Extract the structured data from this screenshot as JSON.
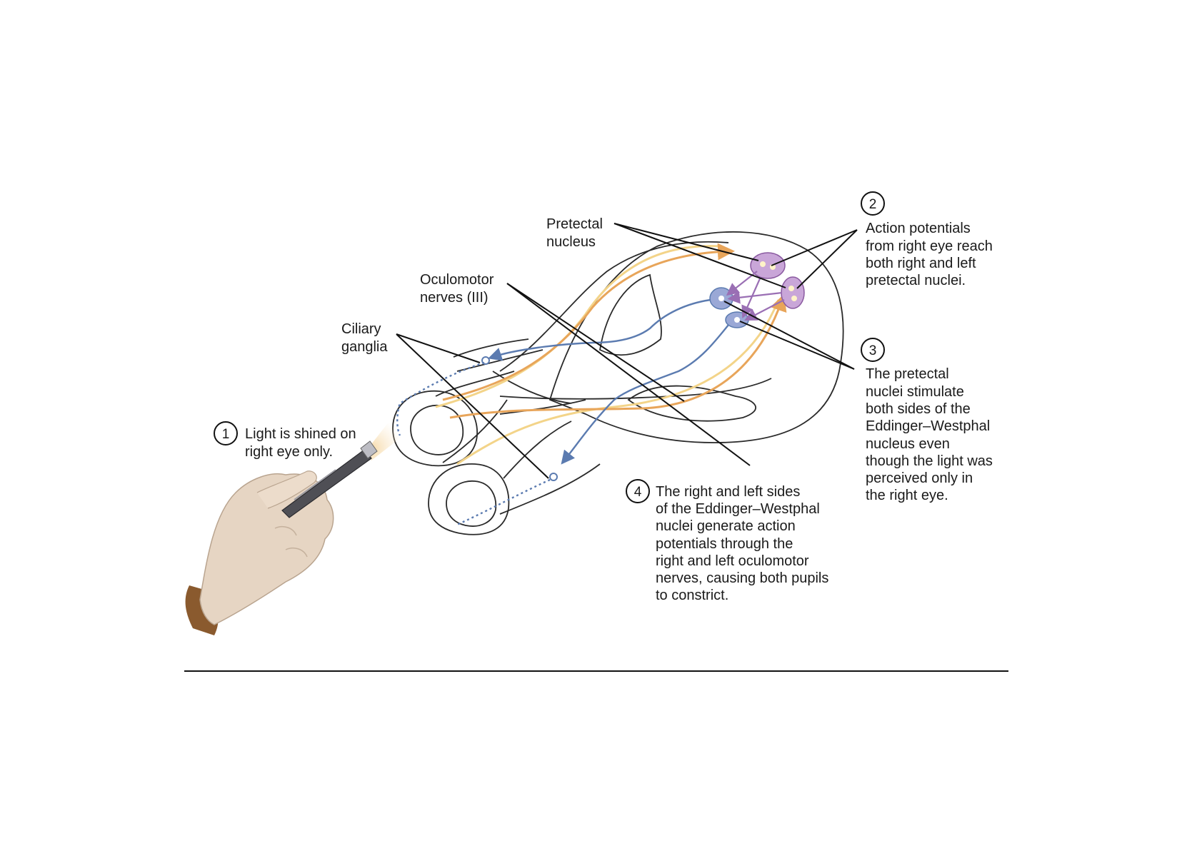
{
  "labels": {
    "pretectal": [
      "Pretectal",
      "nucleus"
    ],
    "oculomotor": [
      "Oculomotor",
      "nerves (III)"
    ],
    "ciliary": [
      "Ciliary",
      "ganglia"
    ]
  },
  "steps": [
    {
      "number": "1",
      "lines": [
        "Light is shined on",
        "right eye only."
      ]
    },
    {
      "number": "2",
      "lines": [
        "Action potentials",
        "from right eye reach",
        "both right and left",
        "pretectal nuclei."
      ]
    },
    {
      "number": "3",
      "lines": [
        "The pretectal",
        "nuclei stimulate",
        "both sides of the",
        "Eddinger–Westphal",
        "nucleus even",
        "though the light was",
        "perceived only in",
        "the right eye."
      ]
    },
    {
      "number": "4",
      "lines": [
        "The right and left sides",
        "of the Eddinger–Westphal",
        "nuclei generate action",
        "potentials through the",
        "right and left oculomotor",
        "nerves, causing both pupils",
        "to constrict."
      ]
    }
  ],
  "colors": {
    "afferent_yellow": "#f3d489",
    "afferent_orange": "#e8a55a",
    "efferent_blue": "#5b7bb0",
    "pretectal_purple": "#c9a6d8",
    "ew_blue": "#9aa8d6",
    "glove": "#e6d5c3",
    "sleeve": "#8a5a2e"
  },
  "icons": {
    "hand": "gloved-hand-icon",
    "penlight": "penlight-icon"
  }
}
